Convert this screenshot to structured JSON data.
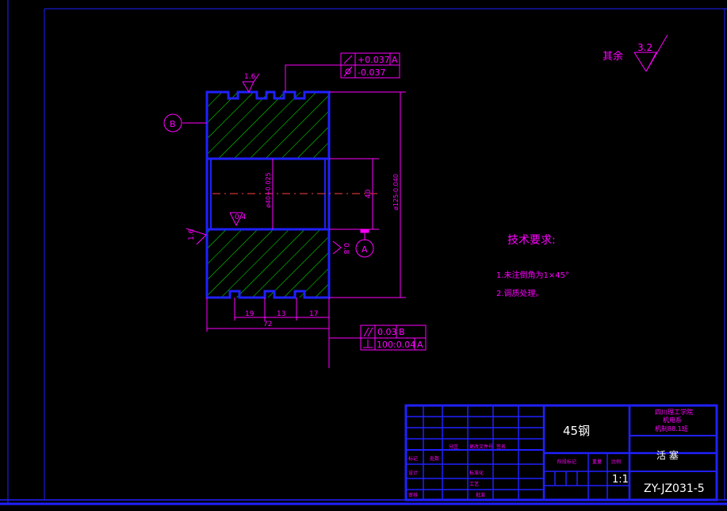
{
  "roughness_general": {
    "prefix": "其余",
    "value": "3.2"
  },
  "roughness_marks": {
    "top": "1.6",
    "bore": "0.4",
    "left": "1.6",
    "right": "0.8"
  },
  "datums": {
    "b": "B",
    "a": "A"
  },
  "tolerance_frame_top": [
    {
      "value": "+0.037",
      "datum": "A"
    },
    {
      "value": "-0.037",
      "datum": ""
    }
  ],
  "tolerance_frame_bottom": [
    {
      "value": "0.03",
      "datum": "B"
    },
    {
      "value": "100:0.04",
      "datum": "A"
    }
  ],
  "dimensions": {
    "bore_dia": "ø40+0.025",
    "bore_length": "40",
    "outer_dia": "ø125-0.040",
    "groove_span_1": "19",
    "groove_span_2": "13",
    "groove_span_3": "17",
    "total_length": "72"
  },
  "tech_requirements": {
    "title": "技术要求:",
    "items": [
      "1.未注倒角为1×45°",
      "2.调质处理。"
    ]
  },
  "title_block": {
    "material": "45钢",
    "school": "四川理工学院",
    "dept": "机电系",
    "class": "机制88.1班",
    "part_name": "活  塞",
    "scale": "1:1",
    "drawing_no": "ZY-JZ031-5",
    "small_labels": [
      "标记",
      "处数",
      "分区",
      "更改文件号",
      "签名",
      "设计",
      "标准化",
      "阶段标记",
      "重量",
      "比例",
      "审核",
      "工艺",
      "批准"
    ]
  }
}
